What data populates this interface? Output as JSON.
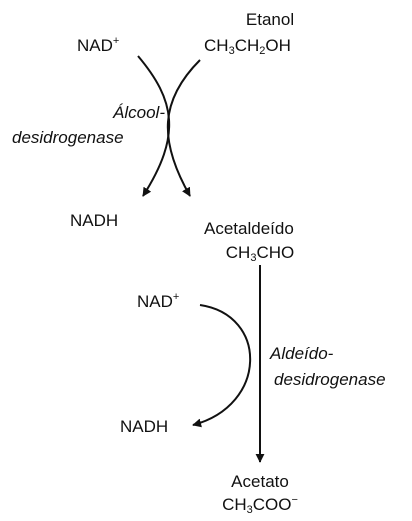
{
  "step1": {
    "substrate_name": "Etanol",
    "substrate_formula": [
      "CH",
      "3",
      "CH",
      "2",
      "OH"
    ],
    "cofactor_in": [
      "NAD",
      "+"
    ],
    "cofactor_out": "NADH",
    "enzyme_line1": "Álcool-",
    "enzyme_line2": "desidrogenase",
    "product_name": "Acetaldeído",
    "product_formula": [
      "CH",
      "3",
      "CHO"
    ]
  },
  "step2": {
    "cofactor_in": [
      "NAD",
      "+"
    ],
    "cofactor_out": "NADH",
    "enzyme_line1": "Aldeído-",
    "enzyme_line2": "desidrogenase",
    "product_name": "Acetato",
    "product_formula": [
      "CH",
      "3",
      "COO",
      "−"
    ]
  }
}
